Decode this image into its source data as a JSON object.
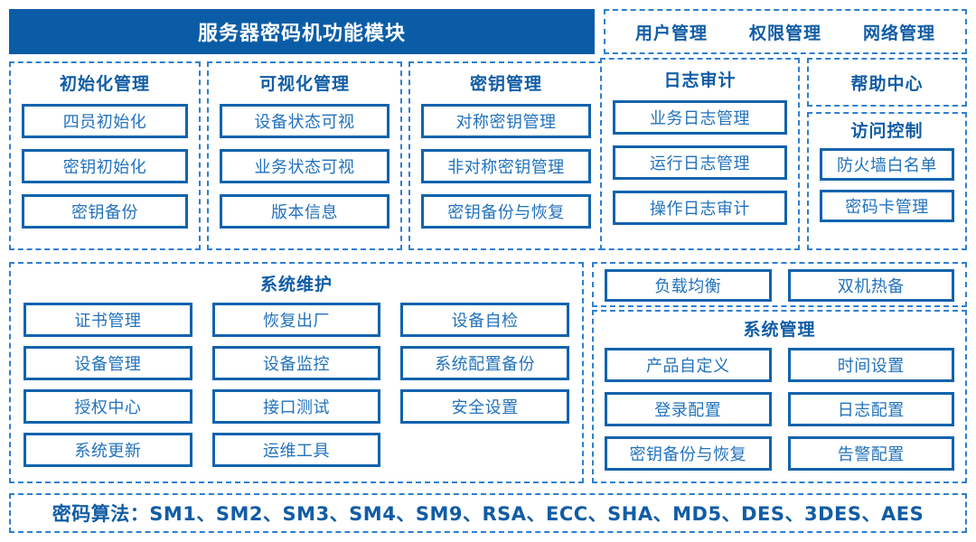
{
  "header": {
    "title": "服务器密码机功能模块",
    "bar_color": "#0b5ca6"
  },
  "top_nav": {
    "items": [
      {
        "label": "用户管理"
      },
      {
        "label": "权限管理"
      },
      {
        "label": "网络管理"
      }
    ]
  },
  "help_center": {
    "label": "帮助中心"
  },
  "groups": {
    "init": {
      "title": "初始化管理",
      "items": [
        "四员初始化",
        "密钥初始化",
        "密钥备份"
      ]
    },
    "visual": {
      "title": "可视化管理",
      "items": [
        "设备状态可视",
        "业务状态可视",
        "版本信息"
      ]
    },
    "key": {
      "title": "密钥管理",
      "items": [
        "对称密钥管理",
        "非对称密钥管理",
        "密钥备份与恢复"
      ]
    },
    "log_audit": {
      "title": "日志审计",
      "items": [
        "业务日志管理",
        "运行日志管理",
        "操作日志审计"
      ]
    },
    "access": {
      "title": "访问控制",
      "items": [
        "防火墙白名单",
        "密码卡管理"
      ]
    },
    "maintenance": {
      "title": "系统维护",
      "items": [
        "证书管理",
        "恢复出厂",
        "设备自检",
        "设备管理",
        "设备监控",
        "系统配置备份",
        "授权中心",
        "接口测试",
        "安全设置",
        "系统更新",
        "运维工具",
        ""
      ]
    },
    "high_availability": {
      "items": [
        "负载均衡",
        "双机热备"
      ]
    },
    "system_management": {
      "title": "系统管理",
      "items": [
        "产品自定义",
        "时间设置",
        "登录配置",
        "日志配置",
        "密钥备份与恢复",
        "告警配置"
      ]
    }
  },
  "footer": {
    "text": "密码算法：SM1、SM2、SM3、SM4、SM9、RSA、ECC、SHA、MD5、DES、3DES、AES"
  },
  "colors": {
    "accent": "#0b5ca6",
    "box_border": "#1263ad",
    "dash_border": "#2f7fd0",
    "text": "#2272bd"
  }
}
